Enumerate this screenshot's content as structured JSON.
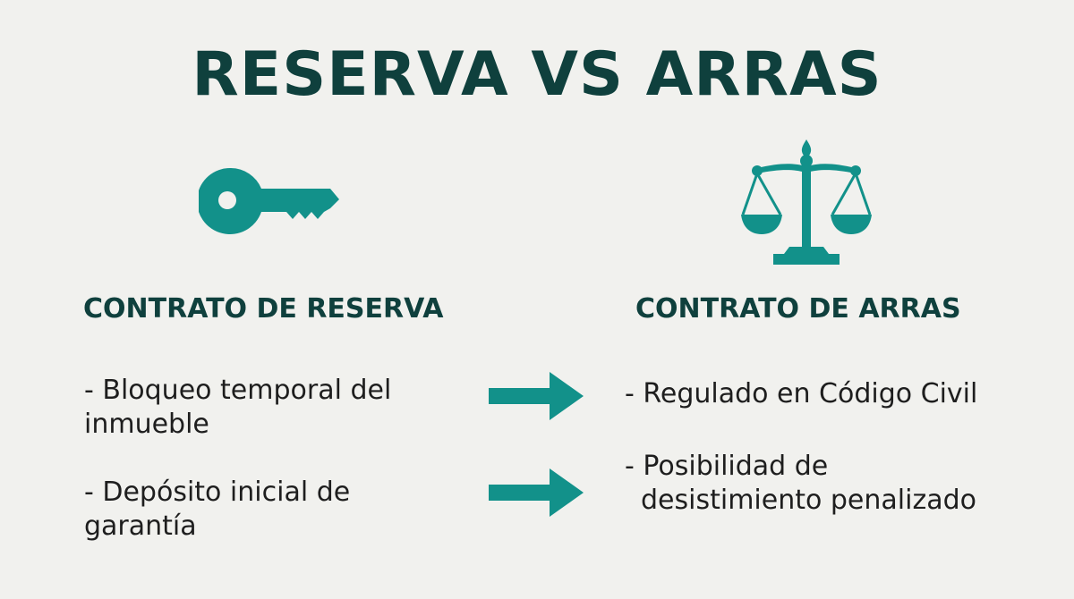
{
  "title": "RESERVA VS ARRAS",
  "colors": {
    "title": "#0f403d",
    "accent": "#12918a",
    "text": "#1e1e1e",
    "background": "#f1f1ee"
  },
  "left": {
    "icon": "key-icon",
    "heading": "CONTRATO DE RESERVA",
    "items": [
      "- Bloqueo temporal del inmueble",
      "- Depósito inicial de garantía"
    ]
  },
  "right": {
    "icon": "scale-icon",
    "heading": "CONTRATO DE ARRAS",
    "items": [
      {
        "line1": "- Regulado en Código Civil"
      },
      {
        "line1": "- Posibilidad de",
        "line2": "desistimiento penalizado"
      }
    ]
  },
  "arrows": [
    "arrow-right-icon",
    "arrow-right-icon"
  ]
}
